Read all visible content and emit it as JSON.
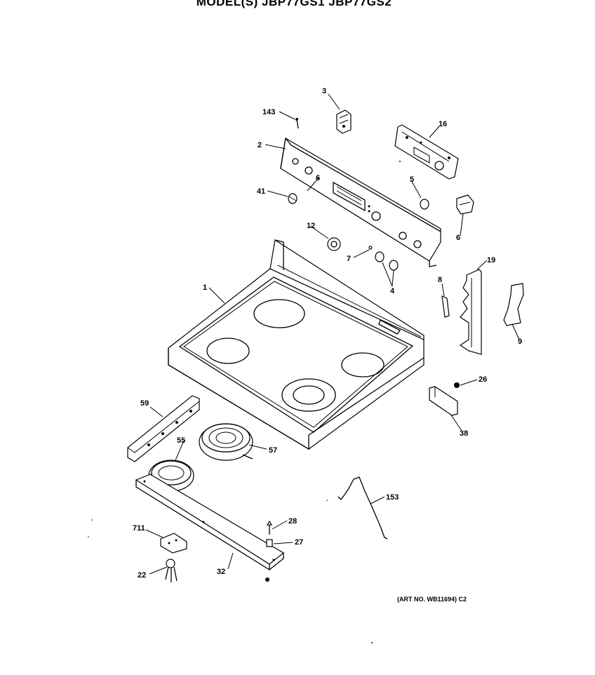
{
  "header": {
    "models": "MODEL(S) JBP77GS1  JBP77GS2"
  },
  "callouts": {
    "c1": "1",
    "c2": "2",
    "c3": "3",
    "c4": "4",
    "c5": "5",
    "c6a": "6",
    "c6b": "6",
    "c7": "7",
    "c8": "8",
    "c9": "9",
    "c12": "12",
    "c16": "16",
    "c19": "19",
    "c22": "22",
    "c26": "26",
    "c27": "27",
    "c28": "28",
    "c32": "32",
    "c38": "38",
    "c41": "41",
    "c55": "55",
    "c57": "57",
    "c59": "59",
    "c143": "143",
    "c153": "153",
    "c711": "711"
  },
  "footer": {
    "art_no": "(ART NO. WB11694) C2"
  }
}
